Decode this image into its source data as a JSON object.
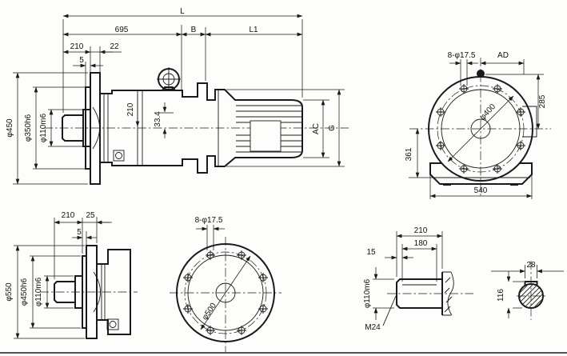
{
  "page": {
    "background": "#fdfdfb",
    "line_color": "#1a1a1a"
  },
  "views": {
    "main_side": {
      "dims": {
        "L": "L",
        "len695": "695",
        "B": "B",
        "L1": "L1",
        "len210": "210",
        "len22": "22",
        "len5": "5",
        "phi450": "φ450",
        "phi350h6": "φ350h6",
        "phi110m6": "φ110m6",
        "height210": "210",
        "offset334": "33.4",
        "AC": "AC",
        "G": "G"
      }
    },
    "output_front": {
      "dims": {
        "holes": "8-φ17.5",
        "AD": "AD",
        "len285": "285",
        "phi400": "φ400",
        "len361": "361",
        "len540": "540"
      }
    },
    "flange_side": {
      "dims": {
        "len210": "210",
        "len25": "25",
        "len5": "5",
        "phi550": "φ550",
        "phi450h6": "φ450h6",
        "phi110m6": "φ110m6"
      }
    },
    "flange_front": {
      "dims": {
        "holes": "8-φ17.5",
        "phi500": "φ500"
      }
    },
    "shaft_end": {
      "dims": {
        "len210": "210",
        "len180": "180",
        "len15": "15",
        "phi110m6": "φ110m6",
        "thread": "M24"
      }
    },
    "key_section": {
      "dims": {
        "width28": "28",
        "height116": "116"
      }
    }
  }
}
